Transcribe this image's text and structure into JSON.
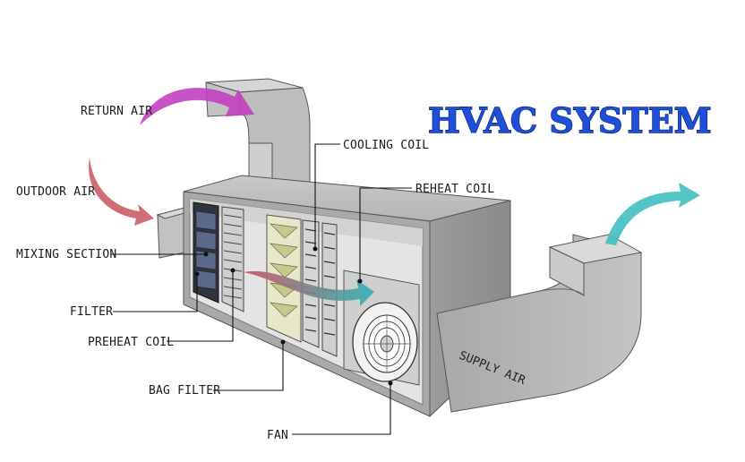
{
  "title": "HVAC SYSTEM",
  "labels": {
    "return_air": "RETURN AIR",
    "outdoor_air": "OUTDOOR AIR",
    "mixing_section": "MIXING SECTION",
    "filter": "FILTER",
    "preheat_coil": "PREHEAT COIL",
    "bag_filter": "BAG FILTER",
    "fan": "FAN",
    "cooling_coil": "COOLING COIL",
    "reheat_coil": "REHEAT COIL",
    "supply_air": "SUPPLY AIR"
  },
  "colors": {
    "title": "#1f4fd8",
    "return_air_arrow": "#c23fc0",
    "outdoor_air_arrow": "#c9535f",
    "supply_air_arrow": "#3fbfbf",
    "internal_flow_arrow_start": "#c9535f",
    "internal_flow_arrow_end": "#2bb3b3",
    "duct": "#b9b9b9"
  }
}
